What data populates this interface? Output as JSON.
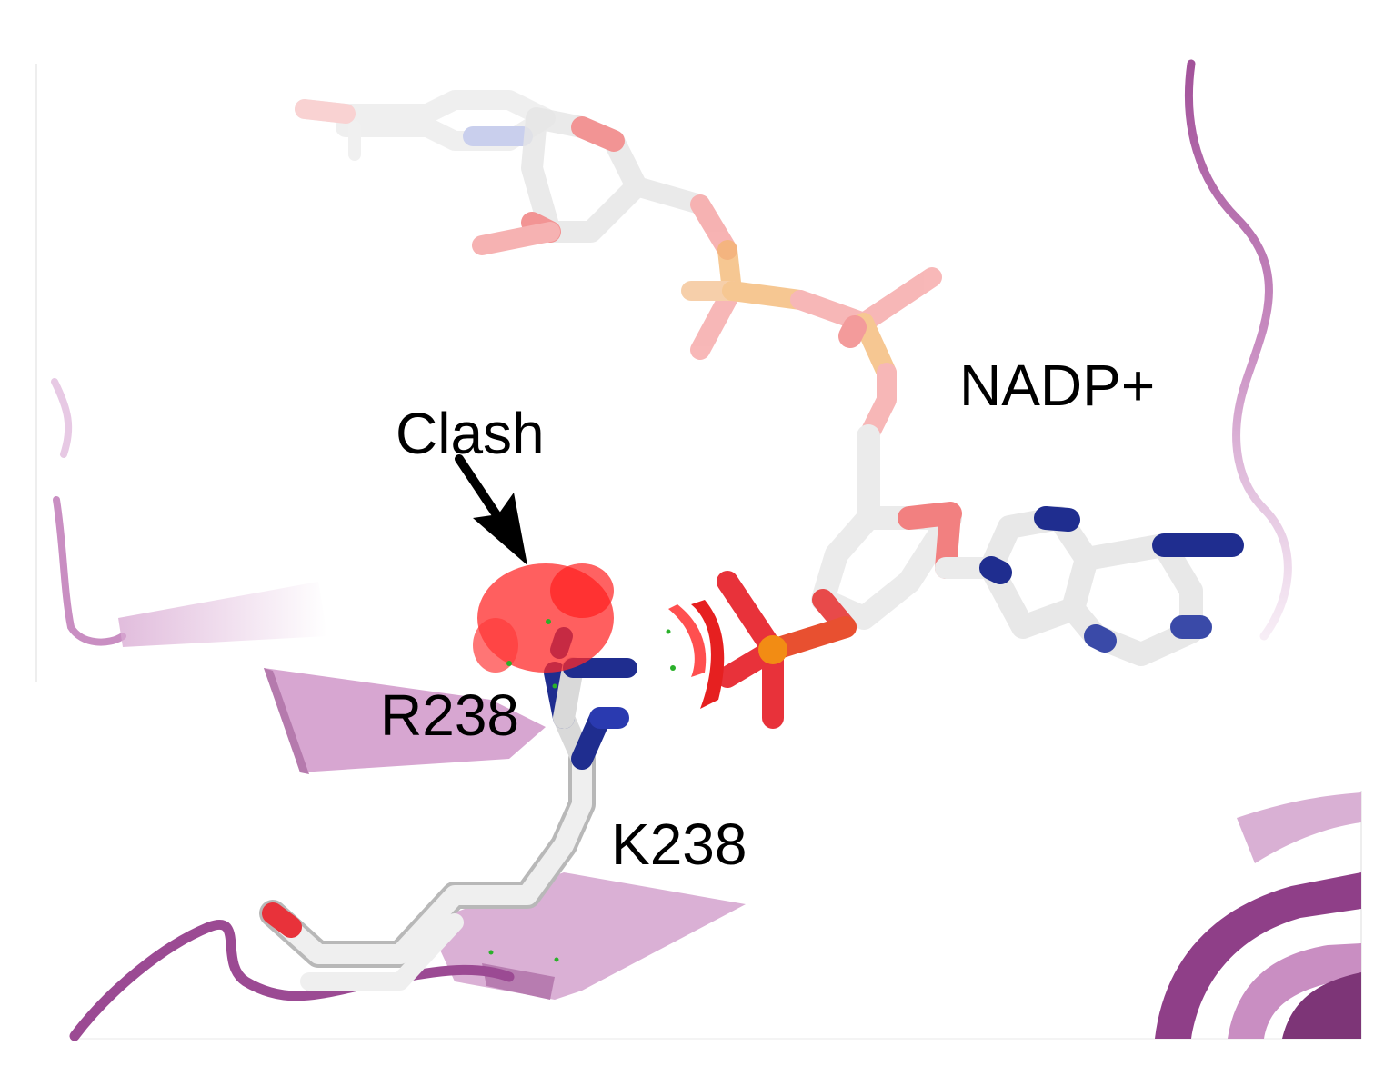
{
  "labels": {
    "ligand": "NADP+",
    "clash": "Clash",
    "residue_r": "R238",
    "residue_k": "K238"
  },
  "colors": {
    "background": "#ffffff",
    "carbon": "#f2f2f2",
    "carbon_edge": "#b8b8b8",
    "nitrogen": "#1f2d8f",
    "oxygen": "#e8323a",
    "phosphorus": "#f28c14",
    "ribbon": "#a2529a",
    "ribbon_light": "#d8a8d2",
    "clash": "#ff2a2a",
    "contact_dots": "#2ab02a",
    "text": "#000000"
  },
  "icons": [
    "arrow-down-right-icon"
  ]
}
